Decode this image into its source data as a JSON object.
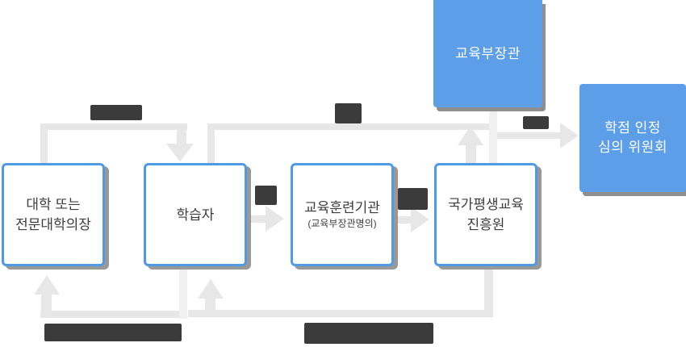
{
  "boxes": {
    "moe": {
      "label": "교육부장관"
    },
    "committee": {
      "line1": "학점 인정",
      "line2": "심의 위원회"
    },
    "university": {
      "line1": "대학 또는",
      "line2": "전문대학의장"
    },
    "learner": {
      "label": "학습자"
    },
    "institution": {
      "name": "교육훈련기관",
      "subtitle": "(교육부장관명의)"
    },
    "nile": {
      "line1": "국가평생교육",
      "line2": "진흥원"
    }
  },
  "colors": {
    "blue_fill": "#5c9ee8",
    "blue_border": "#4f9ae5",
    "connector_gray": "#e7e7e7",
    "connector_light": "#f0f0f0",
    "label_blob_dark": "#3b3b3b",
    "shadow_gray": "#959595",
    "text_dark": "#3d3d3d"
  },
  "arrow_labels": [
    {
      "id": "label-top-left",
      "text": ""
    },
    {
      "id": "label-top-center",
      "text": ""
    },
    {
      "id": "label-to-committee",
      "text": ""
    },
    {
      "id": "label-learner-to-institution",
      "text": ""
    },
    {
      "id": "label-institution-to-nile",
      "text": ""
    },
    {
      "id": "label-bottom-left",
      "text": ""
    },
    {
      "id": "label-bottom-center",
      "text": ""
    }
  ]
}
